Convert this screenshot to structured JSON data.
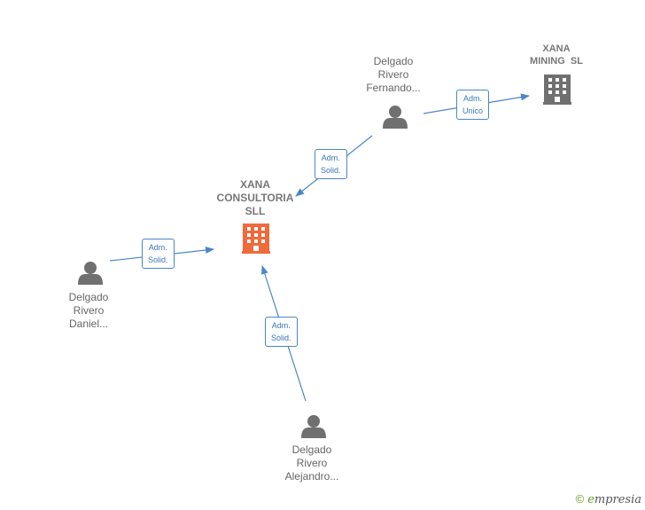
{
  "nodes": {
    "xana_consultoria": {
      "lines": [
        "XANA",
        "CONSULTORIA",
        "SLL"
      ],
      "color": "#f06a3c"
    },
    "xana_mining": {
      "lines": [
        "XANA",
        "MINING  SL"
      ],
      "color": "#707070"
    },
    "fernando": {
      "lines": [
        "Delgado",
        "Rivero",
        "Fernando..."
      ]
    },
    "daniel": {
      "lines": [
        "Delgado",
        "Rivero",
        "Daniel..."
      ]
    },
    "alejandro": {
      "lines": [
        "Delgado",
        "Rivero",
        "Alejandro..."
      ]
    }
  },
  "edges": {
    "fernando_mining": {
      "line1": "Adm.",
      "line2": "Unico"
    },
    "fernando_consultoria": {
      "line1": "Adm.",
      "line2": "Solid."
    },
    "daniel_consultoria": {
      "line1": "Adm.",
      "line2": "Solid."
    },
    "alejandro_consultoria": {
      "line1": "Adm.",
      "line2": "Solid."
    }
  },
  "edge_color": "#4a86c8",
  "person_icon_color": "#707070",
  "logo": {
    "copyright": "©",
    "brand_first": "e",
    "brand_rest": "mpresia"
  }
}
